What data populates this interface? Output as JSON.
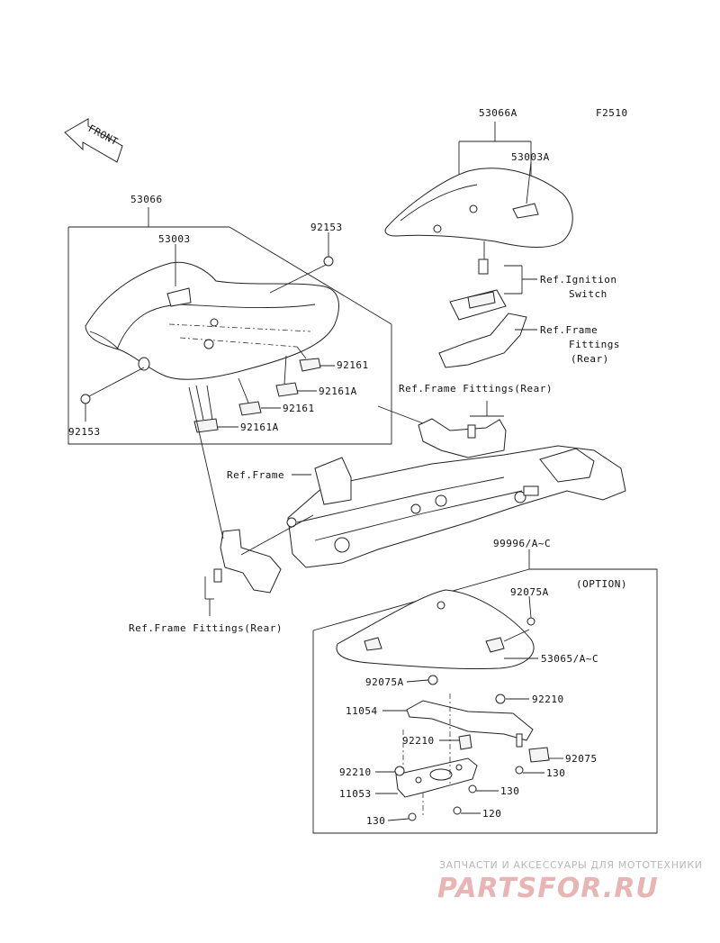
{
  "diagram": {
    "code": "F2510",
    "front_arrow": "FRONT",
    "option_label": "(OPTION)",
    "labels": {
      "seat": "53066",
      "seat_cover": "53003",
      "rear_seat": "53066A",
      "rear_seat_cover": "53003A",
      "bolt_a": "92153",
      "bolt_b": "92153",
      "damper_1": "92161",
      "damper_1a": "92161A",
      "damper_2": "92161",
      "damper_2a": "92161A",
      "ref_ignition_1": "Ref.Ignition",
      "ref_ignition_2": "Switch",
      "ref_frame_fit_1": "Ref.Frame",
      "ref_frame_fit_2": "Fittings",
      "ref_frame_fit_3": "(Rear)",
      "ref_frame_fittings_rear_top": "Ref.Frame Fittings(Rear)",
      "ref_frame": "Ref.Frame",
      "ref_frame_fittings_rear_bottom": "Ref.Frame Fittings(Rear)",
      "cover_kit": "99996/A~C",
      "bolt_92075a_top": "92075A",
      "cover": "53065/A~C",
      "bolt_92075a_left": "92075A",
      "nut_92210_right": "92210",
      "bracket_11054": "11054",
      "nut_92210_mid": "92210",
      "pad_92075": "92075",
      "nut_92210_left": "92210",
      "bolt_130_right": "130",
      "bracket_11053": "11053",
      "bolt_130_mid": "130",
      "bolt_130_left": "130",
      "bolt_120": "120"
    }
  },
  "watermark": {
    "line1": "ЗАПЧАСТИ И АКСЕССУАРЫ ДЛЯ МОТОТЕХНИКИ",
    "line2": "PARTSFOR.RU"
  }
}
